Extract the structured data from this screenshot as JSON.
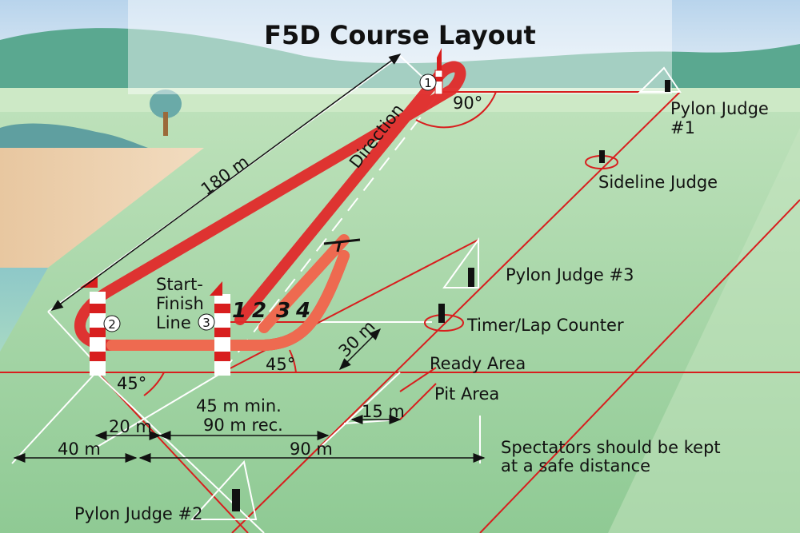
{
  "title": "F5D Course Layout",
  "labels": {
    "pylon_judge_1": [
      "Pylon Judge",
      "#1"
    ],
    "sideline_judge": "Sideline Judge",
    "pylon_judge_3": "Pylon Judge #3",
    "timer": "Timer/Lap Counter",
    "ready_area": "Ready Area",
    "pit_area": "Pit Area",
    "pylon_judge_2": "Pylon Judge #2",
    "start_finish": [
      "Start-",
      "Finish",
      "Line"
    ],
    "direction": "Direction",
    "spectators": [
      "Spectators should be kept",
      "at a safe distance"
    ]
  },
  "dimensions": {
    "d180": "180 m",
    "d30": "30 m",
    "d15": "15 m",
    "d20": "20 m",
    "d40": "40 m",
    "d90": "90 m",
    "d45": [
      "45 m min.",
      "90 m rec."
    ],
    "a90": "90°",
    "a45a": "45°",
    "a45b": "45°"
  },
  "pylons": {
    "p1": "1",
    "p2": "2",
    "p3": "3"
  },
  "lanes": [
    "1",
    "2",
    "3",
    "4"
  ],
  "colors": {
    "track": "#e02a2a",
    "track_light": "#ee6a50",
    "line": "#d81e1e",
    "grass": "#a8d8a8"
  }
}
